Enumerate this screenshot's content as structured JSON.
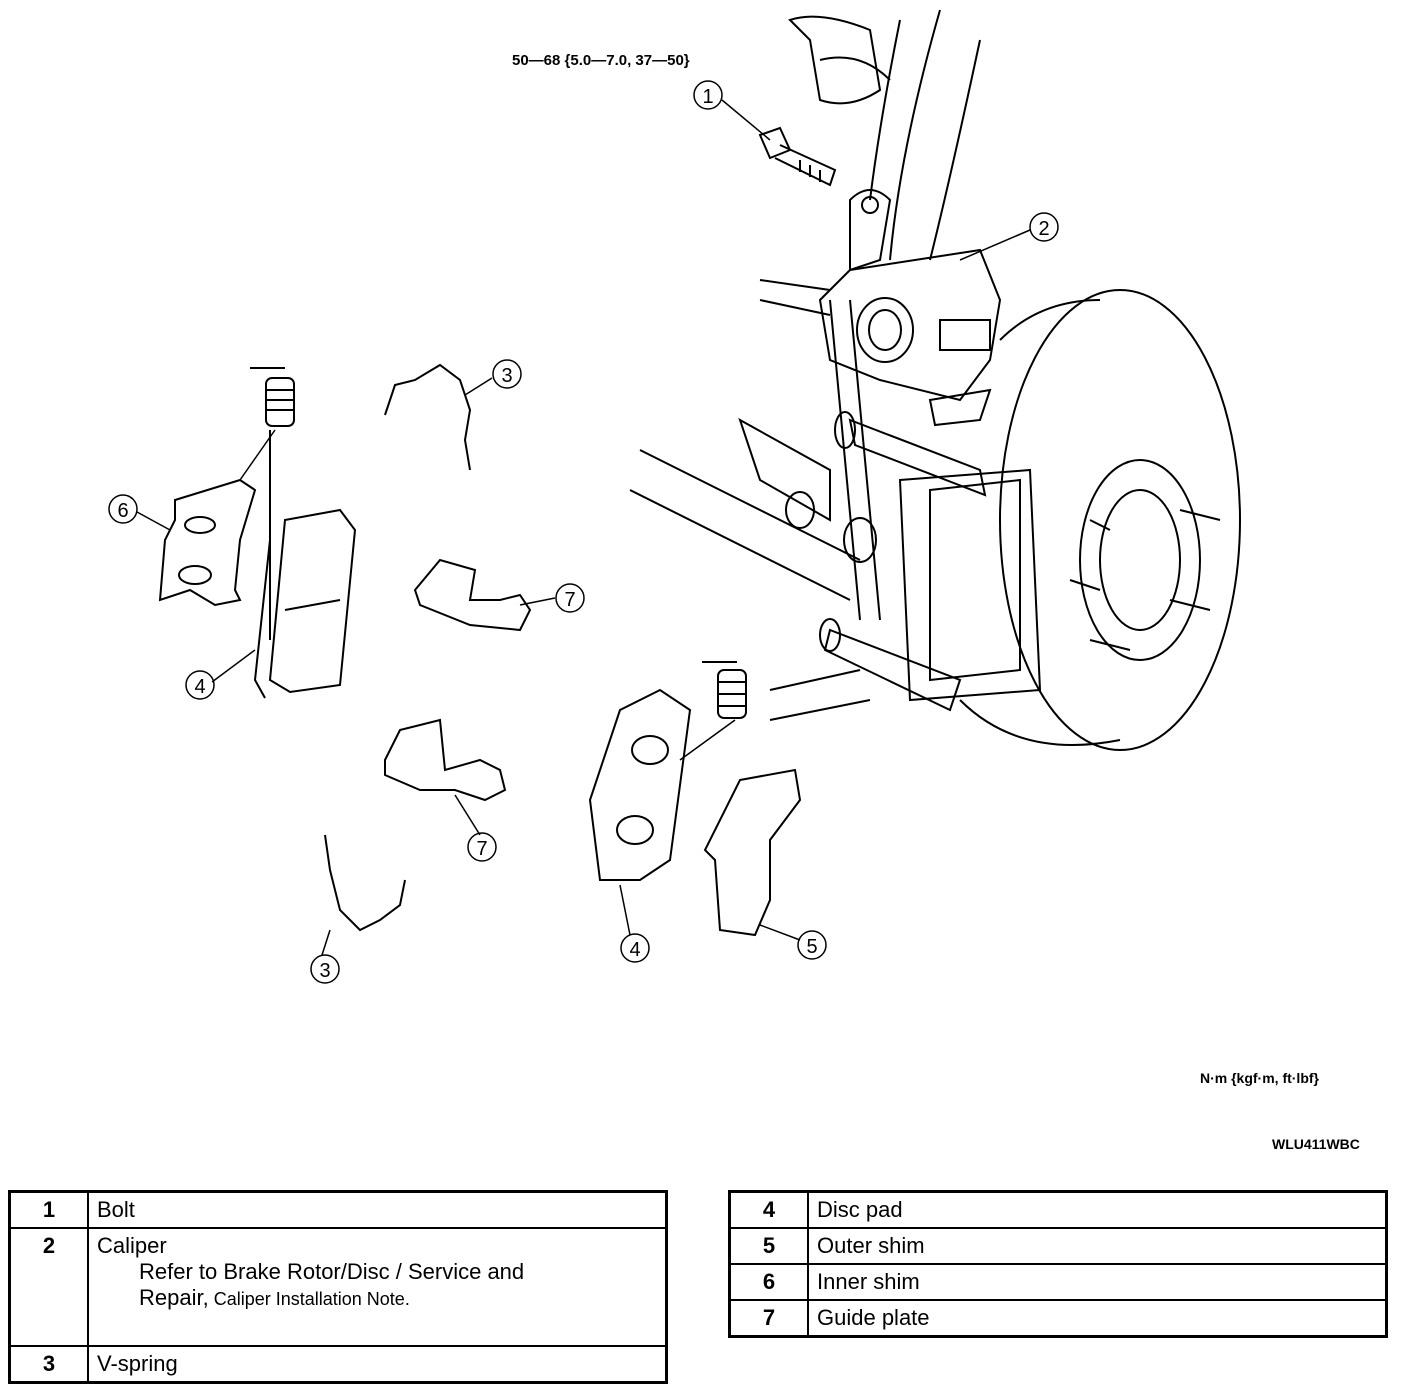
{
  "diagram": {
    "torque_spec": "50—68 {5.0—7.0, 37—50}",
    "units": "N·m {kgf·m, ft·lbf}",
    "figure_code": "WLU411WBC",
    "callouts": [
      "1",
      "2",
      "3",
      "3",
      "4",
      "4",
      "5",
      "6",
      "7",
      "7"
    ]
  },
  "legend_left": [
    {
      "num": "1",
      "name": "Bolt"
    },
    {
      "num": "2",
      "name": "Caliper",
      "note_line1": "Refer to Brake Rotor/Disc / Service and",
      "note_line2_main": "Repair,",
      "note_line2_small": " Caliper Installation Note."
    },
    {
      "num": "3",
      "name": "V-spring"
    }
  ],
  "legend_right": [
    {
      "num": "4",
      "name": "Disc pad"
    },
    {
      "num": "5",
      "name": "Outer shim"
    },
    {
      "num": "6",
      "name": "Inner shim"
    },
    {
      "num": "7",
      "name": "Guide plate"
    }
  ]
}
